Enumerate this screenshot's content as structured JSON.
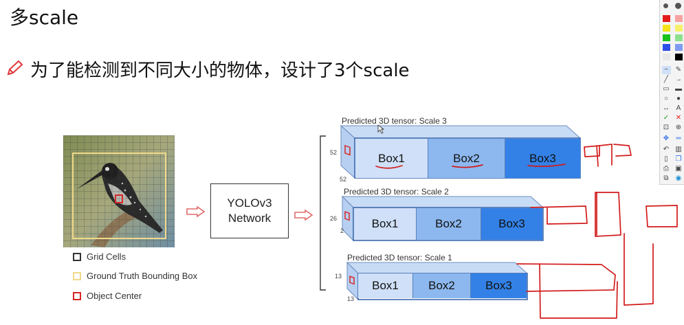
{
  "slide": {
    "title": "多scale",
    "bullet": "为了能检测到不同大小的物体，设计了3个scale"
  },
  "legend": [
    {
      "label": "Grid Cells",
      "color": "#333333"
    },
    {
      "label": "Ground Truth Bounding Box",
      "color": "#f0d98a"
    },
    {
      "label": "Object Center",
      "color": "#d62728"
    }
  ],
  "network": {
    "label": "YOLOv3\nNetwork"
  },
  "tensors": [
    {
      "title": "Predicted 3D tensor: Scale 3",
      "dim_side": "52",
      "dim_bottom": "52",
      "boxes": [
        "Box1",
        "Box2",
        "Box3"
      ]
    },
    {
      "title": "Predicted 3D tensor: Scale 2",
      "dim_side": "26",
      "dim_bottom": "2",
      "boxes": [
        "Box1",
        "Box2",
        "Box3"
      ]
    },
    {
      "title": "Predicted 3D tensor: Scale 1",
      "dim_side": "13",
      "dim_bottom": "13",
      "boxes": [
        "Box1",
        "Box2",
        "Box3"
      ]
    }
  ],
  "colors": {
    "box1": "#cfe0f8",
    "box2": "#8db8ef",
    "box3": "#3381e6",
    "annotation": "#d21a1a",
    "arrow": "#e06a6a"
  },
  "toolbar": {
    "palette": [
      "#e31a1a",
      "#f7a2a2",
      "#f5e21a",
      "#f7f06d",
      "#19c21c",
      "#8ee08f",
      "#2b4de8",
      "#7f9cf2",
      "#444444",
      "#000000"
    ],
    "icons": [
      "pen-tool-icon",
      "highlighter-icon",
      "line-tool-icon",
      "arrow-tool-icon",
      "rectangle-tool-icon",
      "filled-rectangle-icon",
      "ellipse-tool-icon",
      "filled-ellipse-icon",
      "double-arrow-icon",
      "text-tool-icon",
      "check-icon",
      "delete-mark-icon",
      "crop-icon",
      "zoom-icon",
      "move-icon",
      "line-width-icon",
      "undo-icon",
      "trash-icon",
      "new-page-icon",
      "copy-icon",
      "print-icon",
      "save-icon",
      "screenshot-icon",
      "web-icon"
    ],
    "text_tool_label": "A"
  }
}
